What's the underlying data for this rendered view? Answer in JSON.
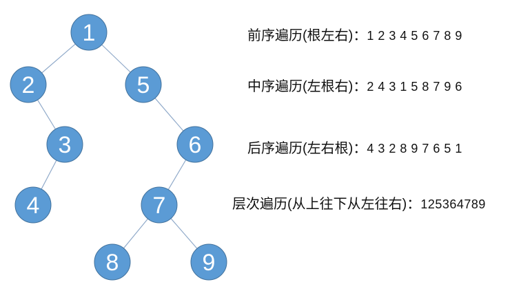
{
  "tree": {
    "nodes": [
      "1",
      "2",
      "3",
      "4",
      "5",
      "6",
      "7",
      "8",
      "9"
    ],
    "edges": [
      [
        "1",
        "2"
      ],
      [
        "1",
        "5"
      ],
      [
        "2",
        "3"
      ],
      [
        "3",
        "4"
      ],
      [
        "5",
        "6"
      ],
      [
        "6",
        "7"
      ],
      [
        "7",
        "8"
      ],
      [
        "7",
        "9"
      ]
    ],
    "node_color": "#5B9BD5",
    "border_color": "#41719C"
  },
  "traversals": [
    {
      "label": "前序遍历(根左右)：",
      "sequence": "1 2 3 4 5 6 7 8 9"
    },
    {
      "label": "中序遍历(左根右)：",
      "sequence": "2 4 3 1 5 8 7 9 6"
    },
    {
      "label": "后序遍历(左右根)：",
      "sequence": "4 3 2 8 9 7 6 5 1"
    },
    {
      "label": "层次遍历(从上往下从左往右)：",
      "sequence": "125364789"
    }
  ]
}
